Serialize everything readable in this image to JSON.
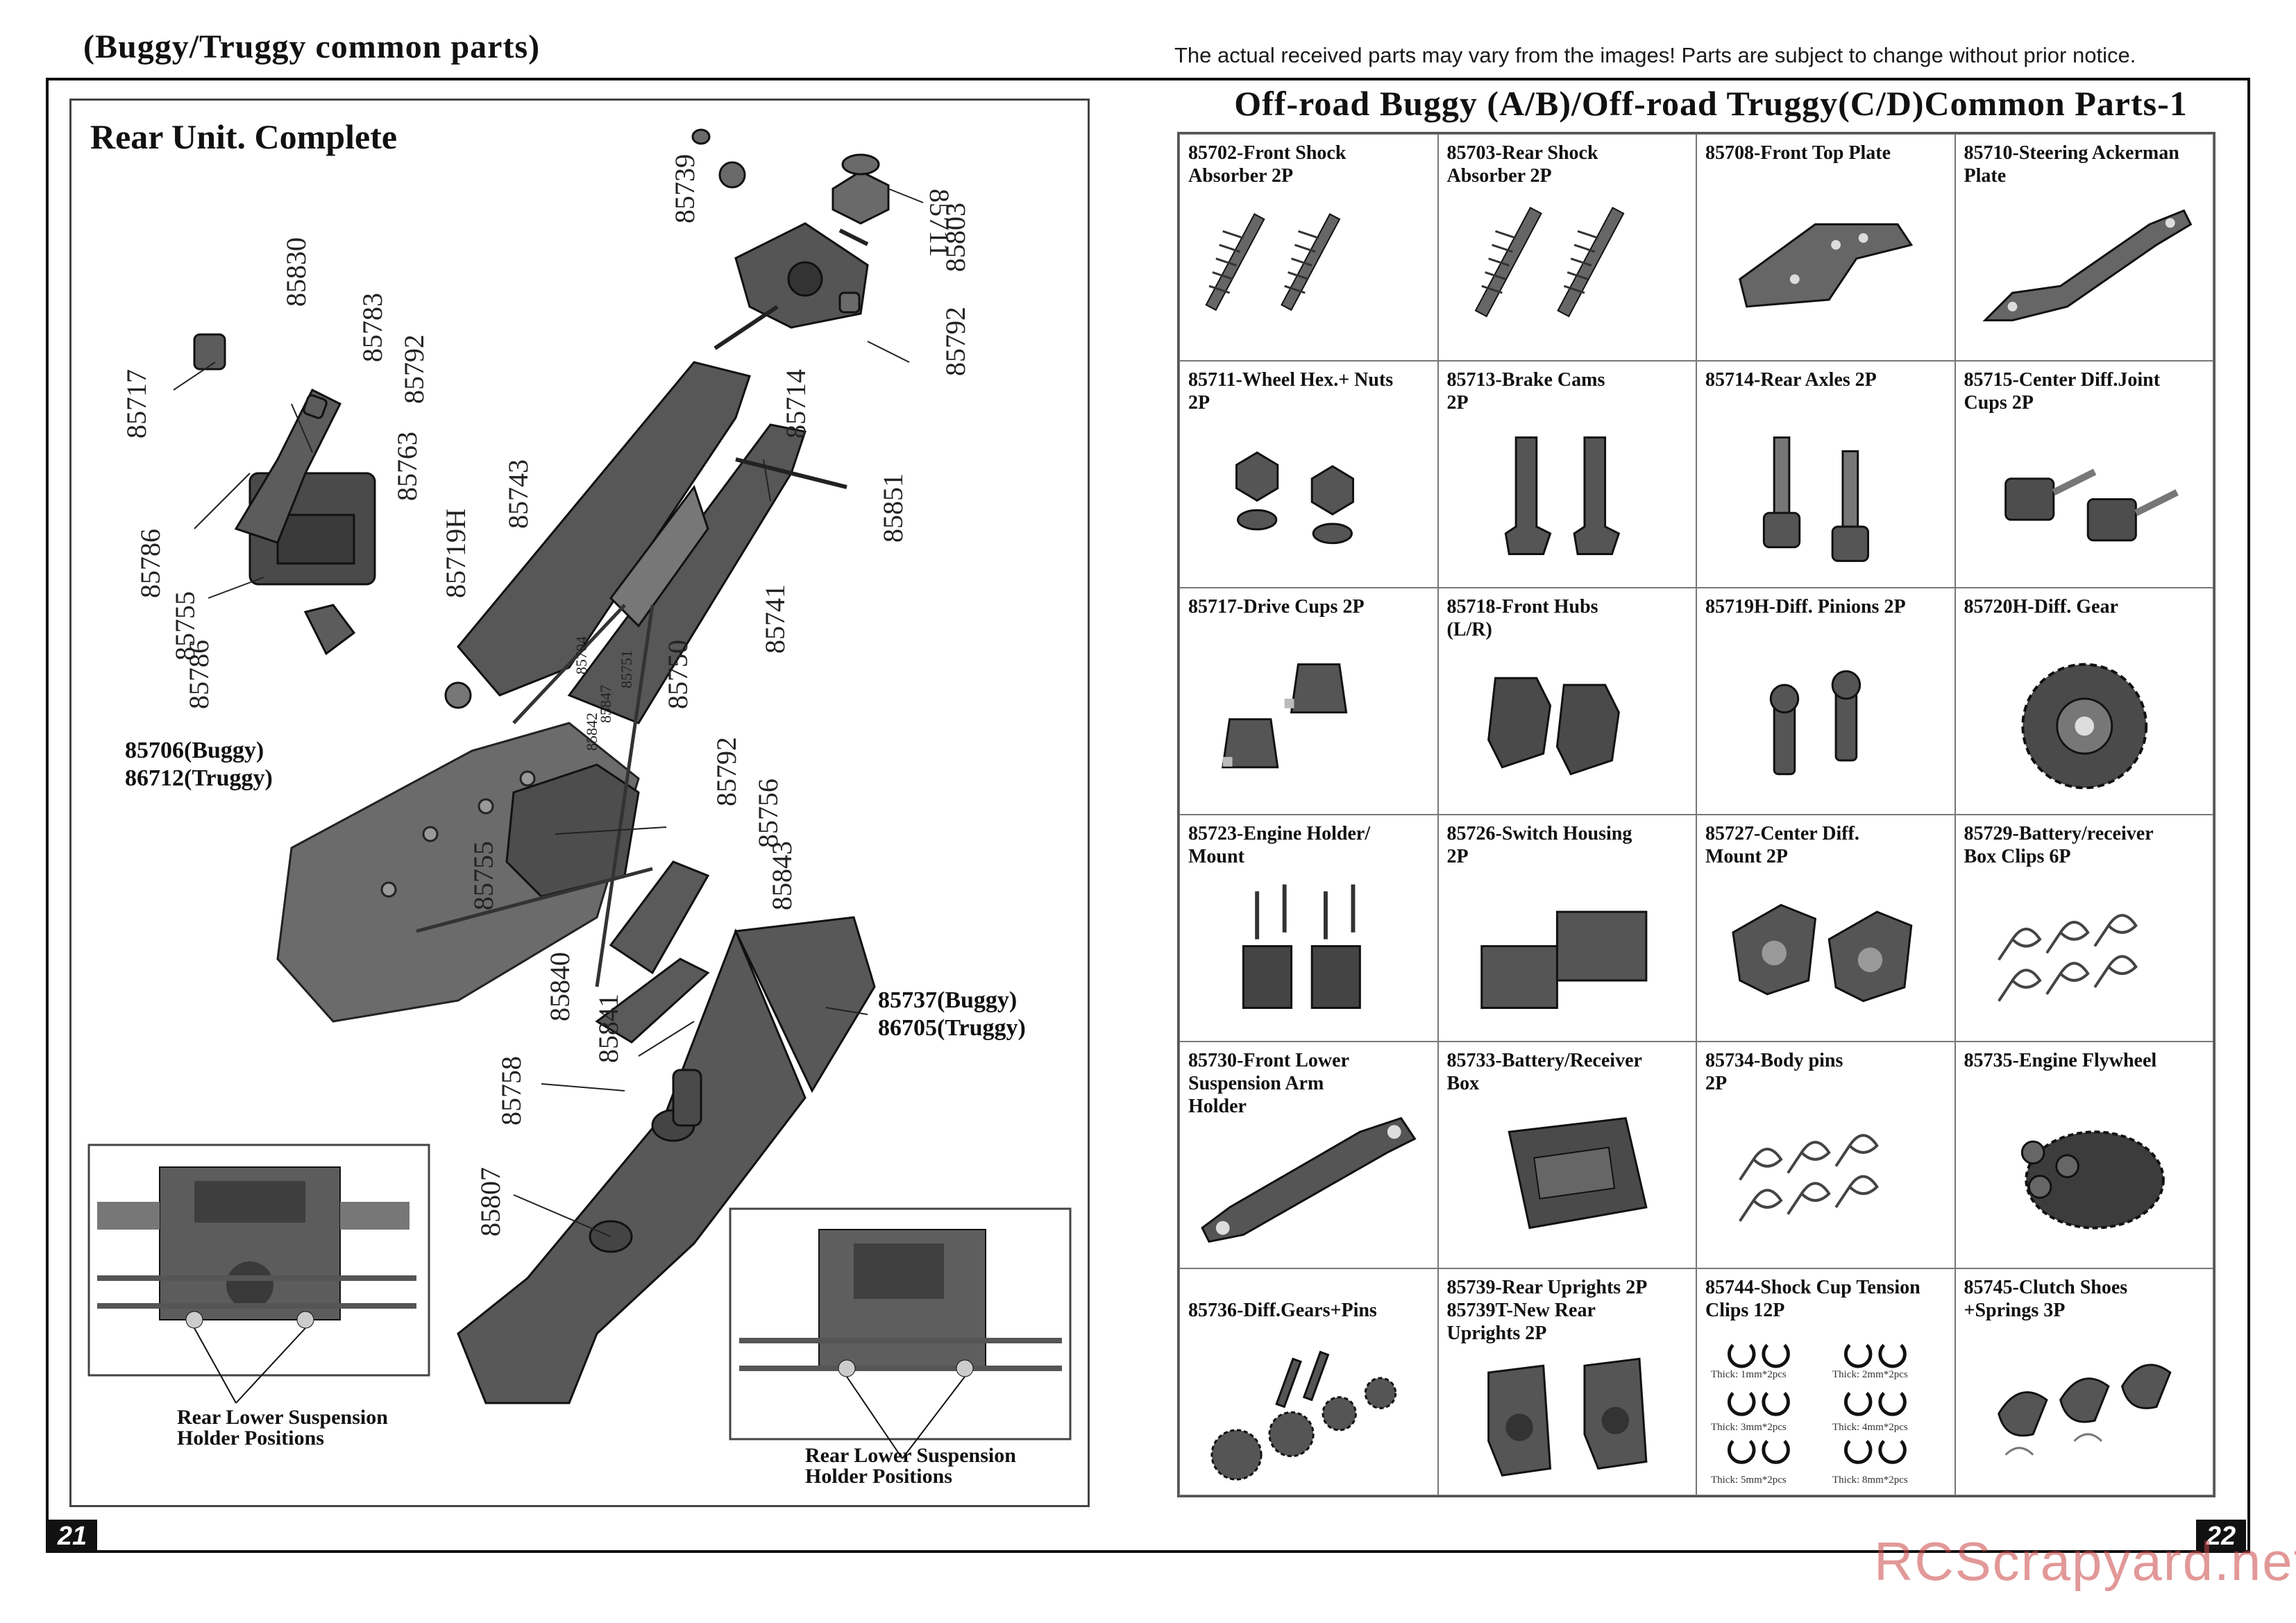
{
  "header": {
    "title": "(Buggy/Truggy common parts)",
    "notice": "The actual received parts may vary from the images! Parts are subject to change without prior notice."
  },
  "left_page": {
    "title": "Rear Unit. Complete",
    "page_number": "21",
    "callouts": [
      "85739",
      "85711",
      "85803",
      "85792",
      "85830",
      "85783",
      "85792",
      "85717",
      "85763",
      "85714",
      "85743",
      "85851",
      "85719H",
      "85786",
      "85755",
      "85786",
      "85741",
      "85750",
      "85704",
      "85751",
      "85847",
      "85842",
      "85792",
      "85756",
      "85843",
      "85755",
      "85840",
      "85841",
      "85758",
      "85807"
    ],
    "buggy_chassis": "85706",
    "buggy_label": "(Buggy)",
    "truggy_chassis": "86712",
    "truggy_label": "(Truggy)",
    "wing_buggy": "85737",
    "wing_truggy": "86705",
    "inset_caption_line1": "Rear Lower Suspension",
    "inset_caption_line2": "Holder Positions"
  },
  "right_page": {
    "title": "Off-road Buggy (A/B)/Off-road Truggy(C/D)Common Parts-1",
    "page_number": "22",
    "parts": [
      {
        "label": "85702-Front Shock\n        Absorber        2P",
        "icon": "shock-absorber"
      },
      {
        "label": "85703-Rear Shock\n        Absorber        2P",
        "icon": "shock-absorber"
      },
      {
        "label": "  85708-Front Top Plate",
        "icon": "top-plate"
      },
      {
        "label": "85710-Steering Ackerman\n      Plate",
        "icon": "ackerman-plate"
      },
      {
        "label": "85711-Wheel Hex.+ Nuts\n                        2P",
        "icon": "wheel-hex"
      },
      {
        "label": " 85713-Brake Cams\n                        2P",
        "icon": "brake-cam"
      },
      {
        "label": "85714-Rear Axles      2P",
        "icon": "axle"
      },
      {
        "label": "85715-Center Diff.Joint\n      Cups               2P",
        "icon": "joint-cup"
      },
      {
        "label": " 85717-Drive Cups      2P",
        "icon": "drive-cup"
      },
      {
        "label": " 85718-Front Hubs\n          (L/R)",
        "icon": "front-hub"
      },
      {
        "label": "85719H-Diff. Pinions  2P",
        "icon": "pinion"
      },
      {
        "label": "85720H-Diff. Gear",
        "icon": "diff-gear"
      },
      {
        "label": "85723-Engine Holder/\n        Mount",
        "icon": "engine-mount"
      },
      {
        "label": " 85726-Switch Housing\n                        2P",
        "icon": "switch-housing"
      },
      {
        "label": "85727-Center Diff.\n        Mount           2P",
        "icon": "diff-mount"
      },
      {
        "label": "85729-Battery/receiver\n        Box Clips      6P",
        "icon": "body-clip"
      },
      {
        "label": "85730-Front Lower\n   Suspension Arm\n   Holder",
        "icon": "arm-holder"
      },
      {
        "label": " 85733-Battery/Receiver\n           Box",
        "icon": "receiver-box"
      },
      {
        "label": "85734-Body  pins\n                        2P",
        "icon": "body-pin"
      },
      {
        "label": " 85735-Engine Flywheel",
        "icon": "flywheel"
      },
      {
        "label": "\n 85736-Diff.Gears+Pins",
        "icon": "diff-gears"
      },
      {
        "label": "85739-Rear Uprights  2P\n85739T-New Rear\n        Uprights  2P",
        "icon": "rear-upright"
      },
      {
        "label": "85744-Shock Cup Tension\n           Clips           12P",
        "icon": "tension-clip"
      },
      {
        "label": "85745-Clutch Shoes\n     +Springs  3P",
        "icon": "clutch-shoe"
      }
    ],
    "clip_sizes": [
      "Thick: 1mm*2pcs",
      "Thick: 2mm*2pcs",
      "Thick: 3mm*2pcs",
      "Thick: 4mm*2pcs",
      "Thick: 5mm*2pcs",
      "Thick: 8mm*2pcs"
    ]
  },
  "watermark": "RCScrapyard.net"
}
